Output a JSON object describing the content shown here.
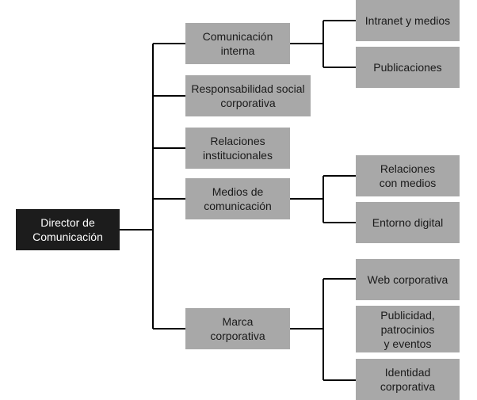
{
  "colors": {
    "box_fill": "#a8a8a8",
    "root_fill": "#1c1c1c",
    "line": "#000000"
  },
  "root": {
    "label": "Director de\nComunicación"
  },
  "level1": [
    {
      "label": "Comunicación\ninterna"
    },
    {
      "label": "Responsabilidad social\ncorporativa"
    },
    {
      "label": "Relaciones\ninstitucionales"
    },
    {
      "label": "Medios de\ncomunicación"
    },
    {
      "label": "Marca\ncorporativa"
    }
  ],
  "level2": {
    "comunicacion_interna": [
      {
        "label": "Intranet y medios"
      },
      {
        "label": "Publicaciones"
      }
    ],
    "medios_de_comunicacion": [
      {
        "label": "Relaciones\ncon medios"
      },
      {
        "label": "Entorno digital"
      }
    ],
    "marca_corporativa": [
      {
        "label": "Web corporativa"
      },
      {
        "label": "Publicidad,\npatrocinios\ny eventos"
      },
      {
        "label": "Identidad\ncorporativa"
      }
    ]
  }
}
